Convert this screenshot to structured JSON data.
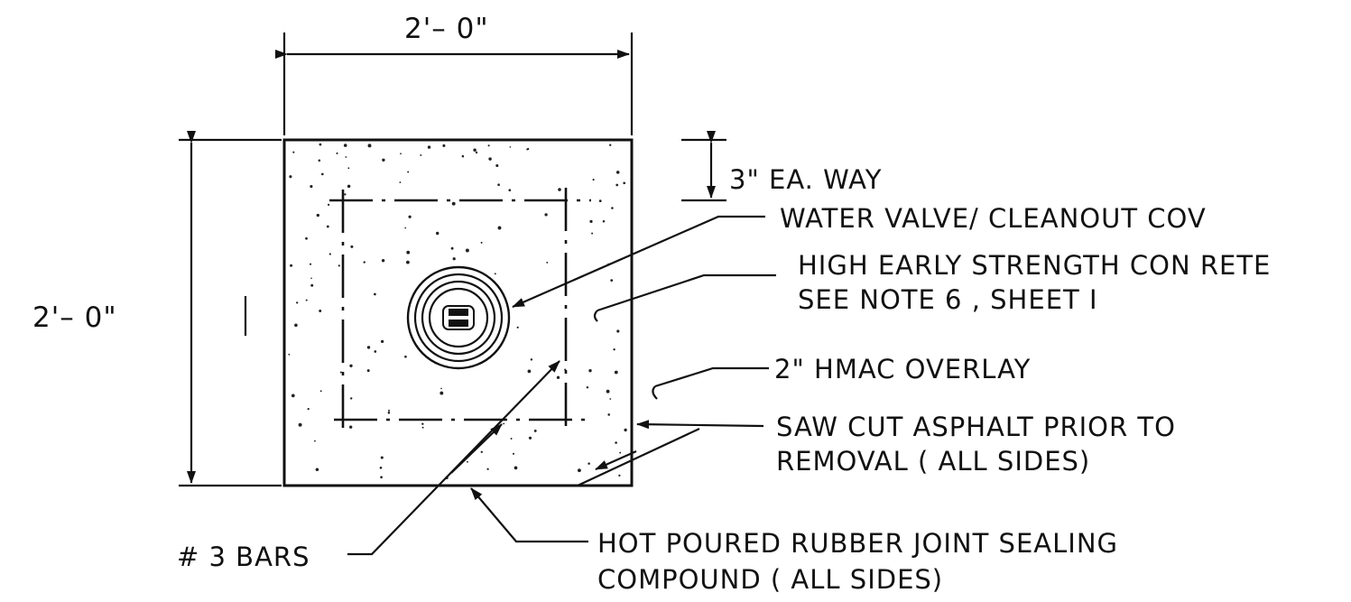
{
  "dimensions": {
    "width": "2'– 0\"",
    "height": "2'– 0\"",
    "edge_distance": "3\"  EA. WAY"
  },
  "labels": {
    "cover": "WATER VALVE/ CLEANOUT  COV",
    "concrete_line1": "HIGH EARLY STRENGTH CON  RETE",
    "concrete_line2": "SEE NOTE 6  , SHEET I",
    "overlay": "2\" HMAC OVERLAY",
    "sawcut_line1": "SAW CUT  ASPHALT PRIOR TO",
    "sawcut_line2": "REMOVAL  ( ALL SIDES)",
    "bars": "# 3 BARS",
    "sealing_line1": "HOT POURED RUBBER  JOINT  SEALING",
    "sealing_line2": "COMPOUND ( ALL SIDES)"
  },
  "colors": {
    "ink": "#111111",
    "paper": "#ffffff"
  }
}
